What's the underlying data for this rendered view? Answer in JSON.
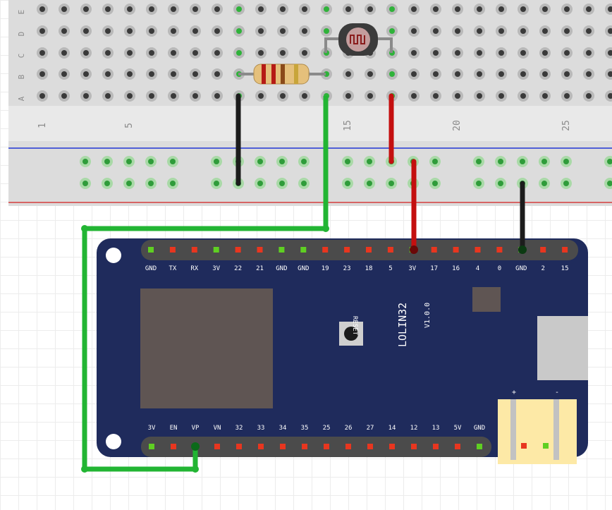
{
  "breadboard": {
    "row_letters": [
      "E",
      "D",
      "C",
      "B",
      "A"
    ],
    "column_numbers": [
      "1",
      "5",
      "15",
      "20",
      "25"
    ]
  },
  "board": {
    "name": "LOLIN32",
    "version": "V1.0.0",
    "reset_label": "RESET",
    "top_pins": [
      "GND",
      "TX",
      "RX",
      "3V",
      "22",
      "21",
      "GND",
      "GND",
      "19",
      "23",
      "18",
      "5",
      "3V",
      "17",
      "16",
      "4",
      "0",
      "GND",
      "2",
      "15"
    ],
    "bottom_pins": [
      "3V",
      "EN",
      "VP",
      "VN",
      "32",
      "33",
      "34",
      "35",
      "25",
      "26",
      "27",
      "14",
      "12",
      "13",
      "5V",
      "GND"
    ],
    "battery_plus": "+",
    "battery_minus": "-"
  },
  "colors": {
    "board": "#1f2b5c",
    "wire_green": "#22b533",
    "wire_red": "#c40f0f",
    "wire_black": "#1c1c1c"
  },
  "components": {
    "resistor": "resistor",
    "photoresistor": "photoresistor"
  }
}
